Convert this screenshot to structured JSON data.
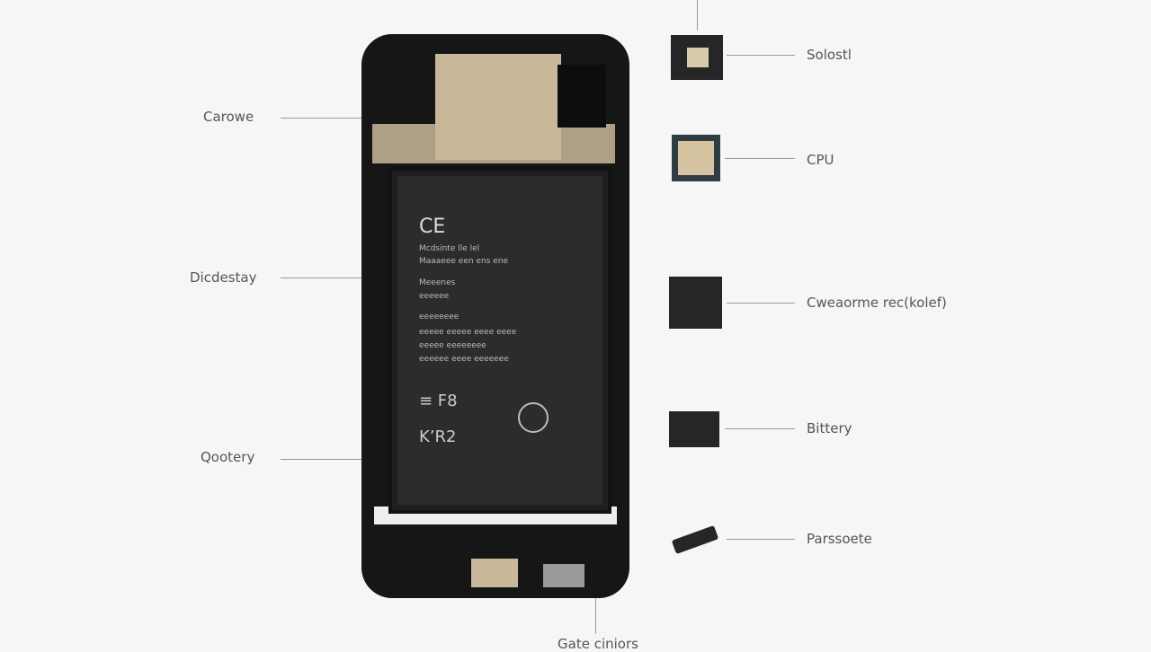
{
  "labels_left": [
    {
      "text": "Carowe"
    },
    {
      "text": "Dicdestay"
    },
    {
      "text": "Qootery"
    }
  ],
  "labels_right": [
    {
      "text": "Solostl"
    },
    {
      "text": "CPU"
    },
    {
      "text": "Cweaorme rec(kolef)"
    },
    {
      "text": "Bittery"
    },
    {
      "text": "Parssoete"
    }
  ],
  "label_bottom": "Gate ciniors",
  "battery": {
    "ce_mark": "CE",
    "lines": [
      "Mcdsinte lle lel",
      "Maaaeee een ens ene",
      "Meeenes",
      "eeeeee",
      "eeeeeeee",
      "eeeee eeeee eeee eeee",
      "eeeee eeeeeeee",
      "eeeeee eeee eeeeeee"
    ],
    "mark1": "≡ F8",
    "mark2": "K’R2"
  },
  "colors": {
    "background": "#f6f6f6",
    "phone": "#161616",
    "board": "#c9b79a",
    "battery": "#2a2c2d"
  }
}
